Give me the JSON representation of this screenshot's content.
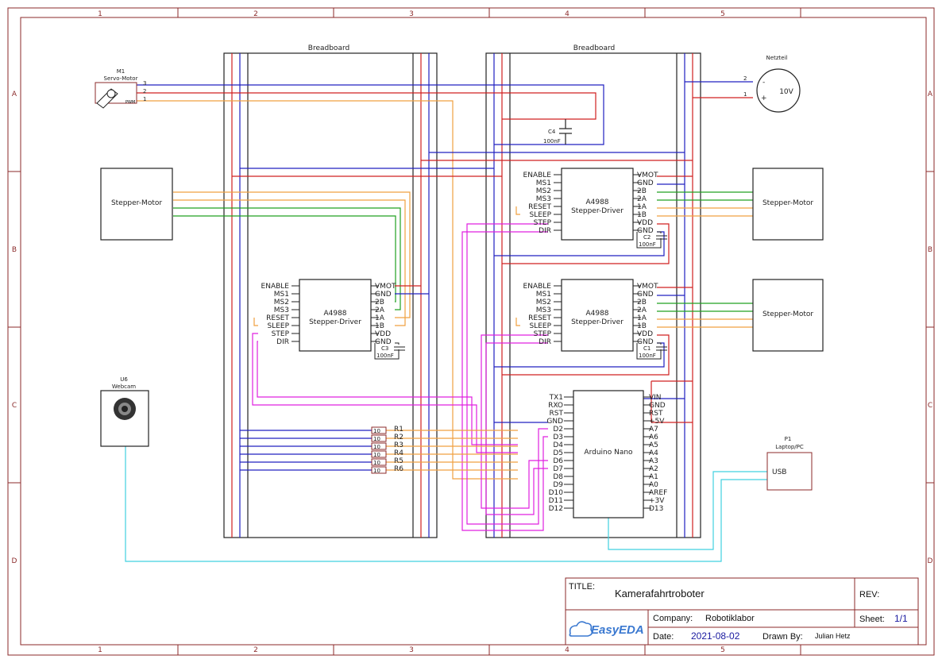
{
  "frame": {
    "cols": [
      "1",
      "2",
      "3",
      "4",
      "5"
    ],
    "rows": [
      "A",
      "B",
      "C",
      "D"
    ]
  },
  "components": {
    "servo": {
      "ref": "M1",
      "name": "Servo-Motor",
      "pins": [
        "3",
        "2",
        "1"
      ],
      "pwm": "PWM"
    },
    "breadboard_left": {
      "label": "Breadboard"
    },
    "breadboard_right": {
      "label": "Breadboard"
    },
    "psu": {
      "label": "Netzteil",
      "value": "10V",
      "pin_neg": "2",
      "pin_pos": "1",
      "minus": "-",
      "plus": "+"
    },
    "stepper_left": {
      "label": "Stepper-Motor"
    },
    "stepper_right_top": {
      "label": "Stepper-Motor"
    },
    "stepper_right_mid": {
      "label": "Stepper-Motor"
    },
    "driver": {
      "name1": "A4988",
      "name2": "Stepper-Driver",
      "left_pins": [
        "ENABLE",
        "MS1",
        "MS2",
        "MS3",
        "RESET",
        "SLEEP",
        "STEP",
        "DIR"
      ],
      "right_pins": [
        "VMOT",
        "GND",
        "2B",
        "2A",
        "1A",
        "1B",
        "VDD",
        "GND"
      ]
    },
    "caps": {
      "c1": "C1",
      "c2": "C2",
      "c3": "C3",
      "c4": "C4",
      "value": "100nF"
    },
    "webcam": {
      "ref": "U6",
      "name": "Webcam"
    },
    "resistors": {
      "refs": [
        "R1",
        "R2",
        "R3",
        "R4",
        "R5",
        "R6"
      ],
      "value": "10"
    },
    "arduino": {
      "name": "Arduino Nano",
      "left_pins": [
        "TX1",
        "RXO",
        "RST",
        "GND",
        "D2",
        "D3",
        "D4",
        "D5",
        "D6",
        "D7",
        "D8",
        "D9",
        "D10",
        "D11",
        "D12"
      ],
      "right_pins": [
        "VIN",
        "GND",
        "RST",
        "+5V",
        "A7",
        "A6",
        "A5",
        "A4",
        "A3",
        "A2",
        "A1",
        "A0",
        "AREF",
        "+3V",
        "D13"
      ]
    },
    "laptop": {
      "ref": "P1",
      "name": "Laptop/PC",
      "pin": "USB"
    }
  },
  "title_block": {
    "title_label": "TITLE:",
    "title": "Kamerafahrtroboter",
    "rev_label": "REV:",
    "logo": "EasyEDA",
    "company_label": "Company:",
    "company": "Robotiklabor",
    "sheet_label": "Sheet:",
    "sheet": "1/1",
    "date_label": "Date:",
    "date": "2021-08-02",
    "drawn_label": "Drawn By:",
    "drawn_by": "Julian Hetz"
  },
  "colors": {
    "frame": "#8b2a2a",
    "vcc": "#d02020",
    "gnd": "#2020c0",
    "orange": "#f0a040",
    "green": "#20a020",
    "magenta": "#e020e0",
    "cyan": "#40d0e0",
    "black": "#222222"
  }
}
